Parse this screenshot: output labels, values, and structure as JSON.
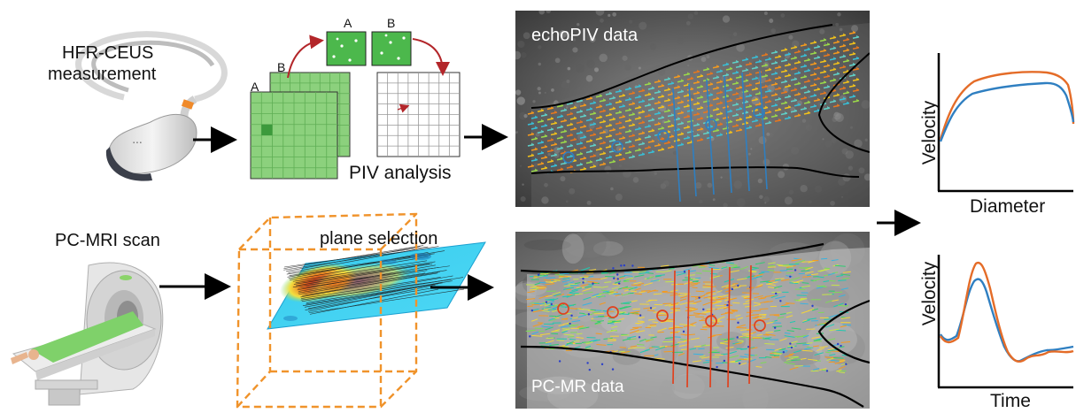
{
  "labels": {
    "hfr_ceus_line1": "HFR-CEUS",
    "hfr_ceus_line2": "measurement",
    "frame_a_front": "A",
    "frame_b_front": "B",
    "frame_a_top": "A",
    "frame_b_top": "B",
    "piv_analysis": "PIV analysis",
    "echopiv_data": "echoPIV data",
    "pcmri_scan": "PC-MRI scan",
    "plane_selection": "plane selection",
    "pcmr_data": "PC-MR  data"
  },
  "plots": [
    {
      "id": "velocity-diameter",
      "ylabel": "Velocity",
      "xlabel": "Diameter",
      "series_colors": [
        "#e46c28",
        "#2f7fc1"
      ]
    },
    {
      "id": "velocity-time",
      "ylabel": "Velocity",
      "xlabel": "Time",
      "series_colors": [
        "#e46c28",
        "#2f7fc1"
      ]
    }
  ],
  "colors": {
    "grid_green": "#8cd17d",
    "grid_dark": "#3c9a3c",
    "frame_green": "#4cb84c",
    "curve_red": "#b3262a",
    "echo_marker": "#2f7fc1",
    "mr_marker": "#e0421f",
    "box_orange": "#f0932b"
  }
}
